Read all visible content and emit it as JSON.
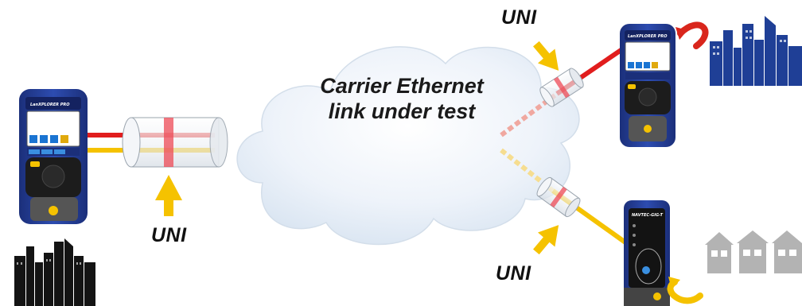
{
  "diagram": {
    "cloud_title_line1": "Carrier Ethernet",
    "cloud_title_line2": "link under test",
    "uni_labels": [
      "UNI",
      "UNI",
      "UNI"
    ],
    "device_model_label": "LanXPLORER PRO",
    "remote_device_label": "NAVTEC-GIG-T",
    "colors": {
      "red_link": "#e11d1d",
      "yellow_link": "#f5c200",
      "arrow_yellow": "#f5c200",
      "rotate_arrow_red": "#d9261c",
      "rotate_arrow_yellow": "#f5c200",
      "city_blue": "#1f3f96",
      "city_dark": "#141414",
      "houses_grey": "#b3b3b3",
      "device_blue": "#27409b",
      "cloud_fill": "#e3ecf6"
    }
  }
}
